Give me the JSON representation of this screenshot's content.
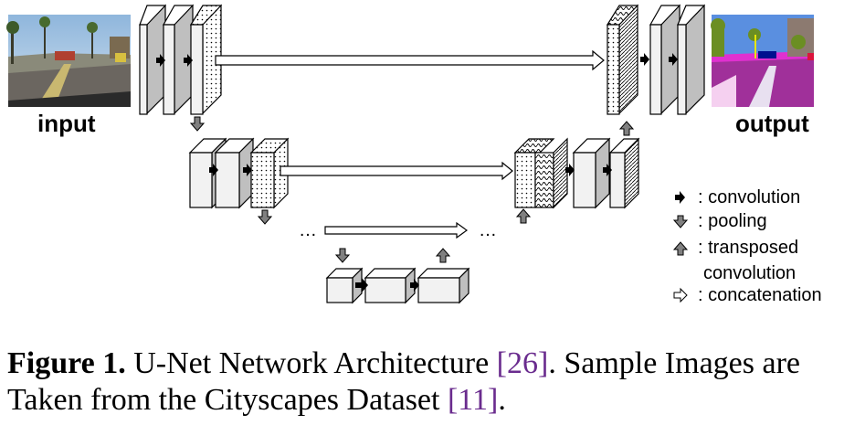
{
  "labels": {
    "input": "input",
    "output": "output",
    "ellipsis": "…"
  },
  "legend": {
    "convolution": ": convolution",
    "pooling": ": pooling",
    "transposed_line1": ": transposed",
    "transposed_line2": "convolution",
    "concatenation": ": concatenation"
  },
  "caption": {
    "figure_label": "Figure 1.",
    "text_part1": " U-Net Network Architecture ",
    "ref1": "[26]",
    "text_part2": ". Sample Images are Taken from the Cityscapes Dataset ",
    "ref2": "[11]",
    "text_part3": "."
  },
  "colors": {
    "block_face": "#f2f2f2",
    "block_side": "#bfbfbf",
    "arrow_fill": "#808080",
    "link": "#6a2c8e"
  }
}
